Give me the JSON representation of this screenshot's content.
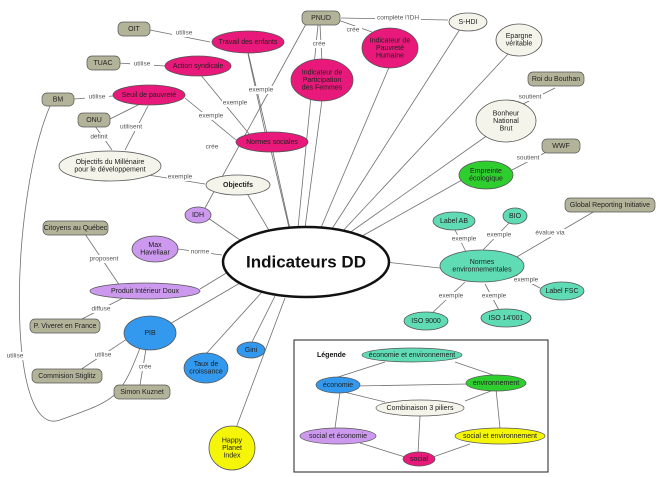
{
  "nodes": {
    "oit": {
      "text": "OIT",
      "kind": "actor"
    },
    "tuac": {
      "text": "TUAC",
      "kind": "actor"
    },
    "bm": {
      "text": "BM",
      "kind": "actor"
    },
    "onu": {
      "text": "ONU",
      "kind": "actor"
    },
    "pnud": {
      "text": "PNUD",
      "kind": "actor"
    },
    "roi": {
      "text": "Roi du Bouthan",
      "kind": "actor"
    },
    "wwf": {
      "text": "WWF",
      "kind": "actor"
    },
    "gri": {
      "text": "Global Reporting Initiative",
      "kind": "actor"
    },
    "citoyens": {
      "text": "Citoyens au Québec",
      "kind": "actor"
    },
    "viveret": {
      "text": "P. Viveret en France",
      "kind": "actor"
    },
    "stiglitz": {
      "text": "Commision Stiglitz",
      "kind": "actor"
    },
    "kuznet": {
      "text": "Simon Kuznet",
      "kind": "actor"
    },
    "travail": {
      "text": [
        "Travail des enfants"
      ],
      "kind": "social"
    },
    "action": {
      "text": [
        "Action syndicale"
      ],
      "kind": "social"
    },
    "seuil": {
      "text": [
        "Seuil de pauvreté"
      ],
      "kind": "social"
    },
    "normes_soc": {
      "text": [
        "Normes sociales"
      ],
      "kind": "social"
    },
    "ipf": {
      "text": [
        "Indicateur de",
        "Participation",
        "des Femmes"
      ],
      "kind": "social"
    },
    "ipauv": {
      "text": [
        "Indicateur de",
        "Pauvreté",
        "Humaine"
      ],
      "kind": "social"
    },
    "shdi": {
      "text": [
        "S-HDI"
      ],
      "kind": "mixed"
    },
    "epargne": {
      "text": [
        "Epargne",
        "véritable"
      ],
      "kind": "mixed"
    },
    "bnb": {
      "text": [
        "Bonheur",
        "National",
        "Brut"
      ],
      "kind": "mixed"
    },
    "omd": {
      "text": [
        "Objectifs du Millénaire",
        "pour le développement"
      ],
      "kind": "mixed"
    },
    "objectifs": {
      "text": [
        "Objectifs"
      ],
      "kind": "mixed",
      "bold": true
    },
    "empreinte": {
      "text": [
        "Empreinte",
        "écologique"
      ],
      "kind": "environment"
    },
    "labelab": {
      "text": [
        "Label AB"
      ],
      "kind": "ecoenv"
    },
    "bio": {
      "text": [
        "BIO"
      ],
      "kind": "ecoenv"
    },
    "normes_env": {
      "text": [
        "Normes",
        "environnementales"
      ],
      "kind": "ecoenv"
    },
    "fsc": {
      "text": [
        "Label FSC"
      ],
      "kind": "ecoenv"
    },
    "iso9000": {
      "text": [
        "ISO 9000"
      ],
      "kind": "ecoenv"
    },
    "iso14001": {
      "text": [
        "ISO 14'001"
      ],
      "kind": "ecoenv"
    },
    "idh": {
      "text": [
        "IDH"
      ],
      "kind": "soceco"
    },
    "maxh": {
      "text": [
        "Max",
        "Haveliaar"
      ],
      "kind": "soceco"
    },
    "pid": {
      "text": [
        "Produit Intérieur Doux"
      ],
      "kind": "soceco"
    },
    "pib": {
      "text": [
        "PIB"
      ],
      "kind": "economy"
    },
    "taux": {
      "text": [
        "Taux de",
        "croissance"
      ],
      "kind": "economy"
    },
    "gini": {
      "text": [
        "Gini"
      ],
      "kind": "economy"
    },
    "happy": {
      "text": [
        "Happy",
        "Planet",
        "Index"
      ],
      "kind": "socenv"
    },
    "center": {
      "text": "Indicateurs DD"
    }
  },
  "edge_labels": {
    "utilise1": "utilise",
    "utilise2": "utilise",
    "utilise3": "utilise",
    "utilisent": "utilisent",
    "definit": "définit",
    "cree1": "crée",
    "cree2": "crée",
    "cree3": "crée",
    "cree4": "crée",
    "complete": "complète l'IDH",
    "exemple1": "exemple",
    "exemple2": "exemple",
    "exemple3": "exemple",
    "exemple4": "exemple",
    "exemple5": "exemple",
    "exemple6": "exemple",
    "exemple7": "exemple",
    "exemple8": "exemple",
    "soutient1": "soutient",
    "soutient2": "soutient",
    "evalue": "évalue via",
    "proposent": "proposent",
    "diffuse": "diffuse",
    "norme": "norme",
    "utilise_bm": "utilise",
    "utilise_stig": "utilise",
    "cree_kuz": "crée"
  },
  "legend": {
    "title": "Légende",
    "eco_env": "économie et environnement",
    "economie": "économie",
    "environnement": "environnement",
    "piliers": "Combinaison 3 piliers",
    "soc_eco": "social et économie",
    "soc_env": "social et environnement",
    "social": "social"
  },
  "colors": {
    "actor_fill": "#b3b39a",
    "social": "#e8197a",
    "environment": "#2fce2f",
    "ecoenv": "#5fdcb4",
    "economy": "#3399ee",
    "soceco": "#cc99ee",
    "socenv": "#f5f50a",
    "mixed": "#f4f4ea"
  }
}
